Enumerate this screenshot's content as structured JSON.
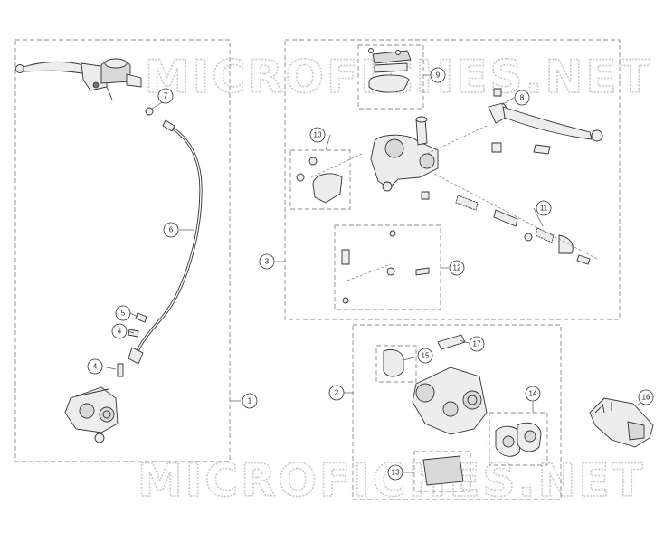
{
  "watermark": {
    "top": "MICROFICHES.NET",
    "bottom": "MICROFICHES.NET"
  },
  "callouts": {
    "c1": "1",
    "c2": "2",
    "c3": "3",
    "c4a": "4",
    "c4b": "4",
    "c5": "5",
    "c6": "6",
    "c7": "7",
    "c8": "8",
    "c9": "9",
    "c10": "10",
    "c11": "11",
    "c12": "12",
    "c13": "13",
    "c14": "14",
    "c15": "15",
    "c16": "16",
    "c17": "17"
  }
}
